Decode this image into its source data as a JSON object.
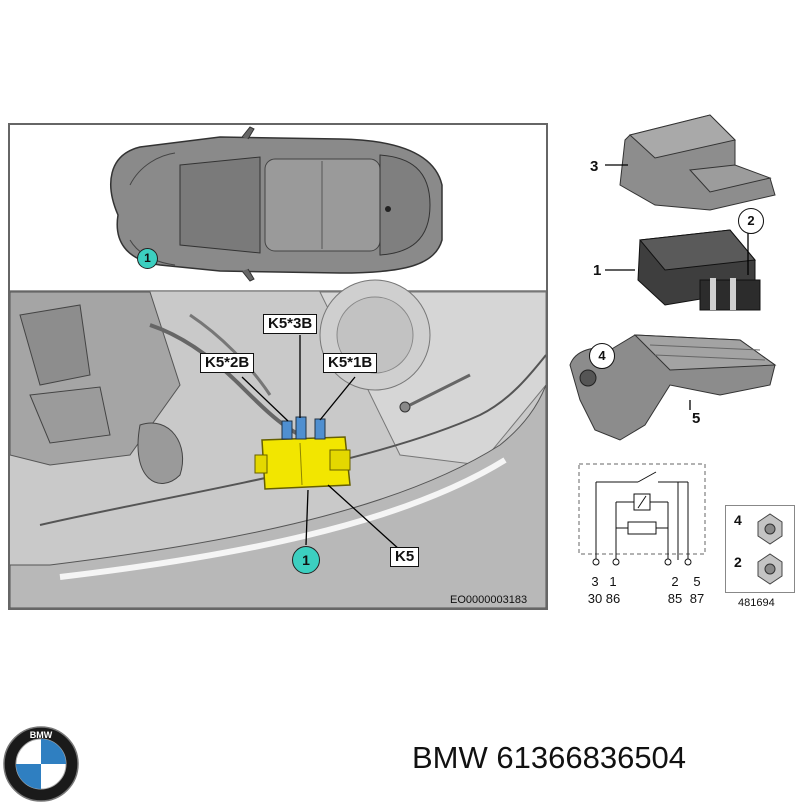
{
  "diagram": {
    "callouts": {
      "k5_3b": "K5*3B",
      "k5_2b": "K5*2B",
      "k5_1b": "K5*1B",
      "k5": "K5",
      "marker_car": "1",
      "marker_detail": "1"
    },
    "image_code": "EO0000003183",
    "parts": {
      "p1": "1",
      "p2": "2",
      "p3": "3",
      "p4": "4",
      "p5": "5"
    },
    "relay_pins": {
      "row1": [
        "3",
        "1",
        "2",
        "5"
      ],
      "row2": [
        "30",
        "86",
        "85",
        "87"
      ]
    },
    "hardware": {
      "item_a": "4",
      "item_b": "2"
    },
    "sheet_code": "481694",
    "colors": {
      "relay_module": "#f2e600",
      "marker": "#3ccfc0"
    }
  },
  "footer": {
    "brand_name": "BMW",
    "part_number": "61366836504"
  }
}
